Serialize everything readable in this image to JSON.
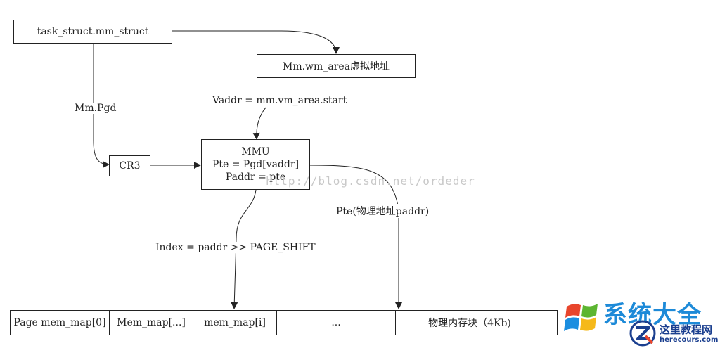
{
  "nodes": {
    "task_struct": "task_struct.mm_struct",
    "vm_area": "Mm.wm_area虚拟地址",
    "cr3": "CR3",
    "mmu_title": "MMU",
    "mmu_line1": "Pte = Pgd[vaddr]",
    "mmu_line2": "Paddr = pte"
  },
  "edge_labels": {
    "mm_pgd": "Mm.Pgd",
    "vaddr": "Vaddr = mm.vm_area.start",
    "pte_paddr": "Pte(物理地址paddr)",
    "index": "Index = paddr >> PAGE_SHIFT"
  },
  "memory_row": [
    "Page mem_map[0]",
    "Mem_map[...]",
    "mem_map[i]",
    "...",
    "物理内存块（4Kb)",
    ""
  ],
  "watermark": "http://blog.csdn.net/ordeder",
  "logo": {
    "main": "系统大全",
    "sub": "这里教程网",
    "url": "herecours.com"
  },
  "colors": {
    "line": "#222222",
    "logo_blue": "#1d8ad8",
    "logo_dark": "#1b3f8f"
  }
}
